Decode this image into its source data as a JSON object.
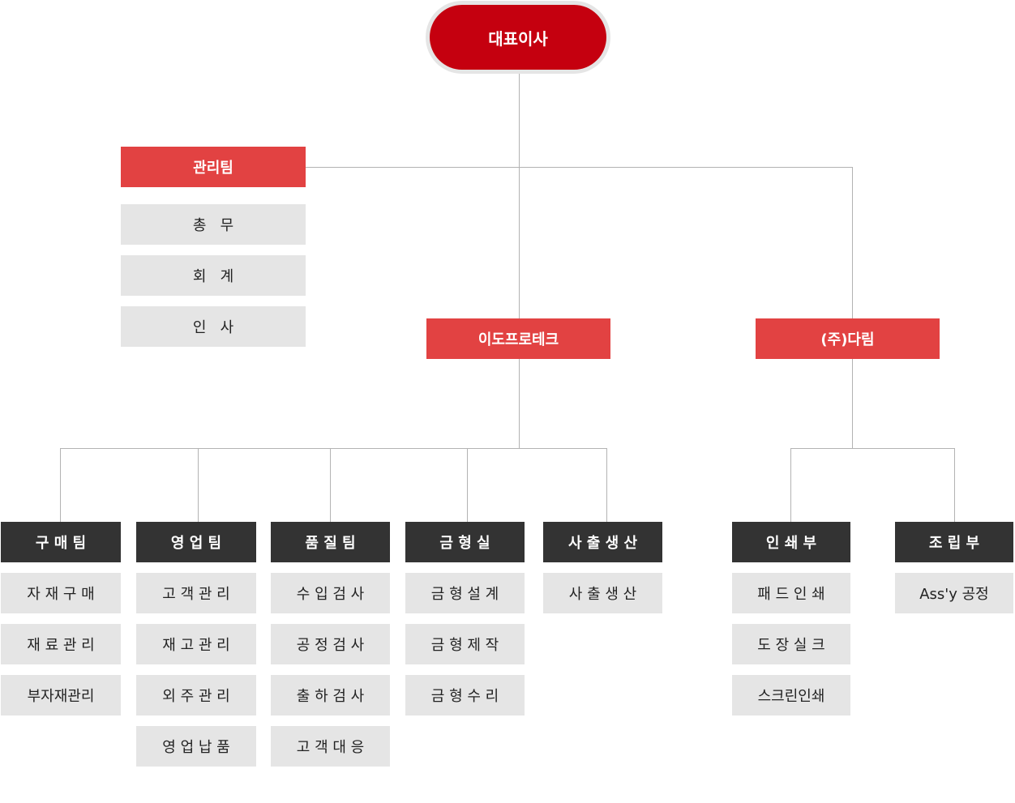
{
  "colors": {
    "ceo": "#c5000f",
    "ceo_ring": "#e5e5e5",
    "division": "#e24242",
    "team": "#333333",
    "task": "#e5e5e5",
    "line": "#b3b3b3"
  },
  "ceo": "대표이사",
  "management": {
    "label": "관리팀",
    "tasks": [
      "총   무",
      "회   계",
      "인   사"
    ]
  },
  "divisions": [
    {
      "label": "이도프로테크",
      "teams": [
        {
          "label": "구 매 팀",
          "tasks": [
            "자 재 구 매",
            "재 료 관 리",
            "부자재관리"
          ]
        },
        {
          "label": "영 업 팀",
          "tasks": [
            "고 객 관 리",
            "재 고 관 리",
            "외 주 관 리",
            "영 업 납 품"
          ]
        },
        {
          "label": "품 질 팀",
          "tasks": [
            "수 입 검 사",
            "공 정 검 사",
            "출 하 검 사",
            "고 객 대 응"
          ]
        },
        {
          "label": "금 형 실",
          "tasks": [
            "금 형 설 계",
            "금 형 제 작",
            "금 형 수 리"
          ]
        },
        {
          "label": "사 출 생 산",
          "tasks": [
            "사 출 생 산"
          ]
        }
      ]
    },
    {
      "label": "(주)다림",
      "teams": [
        {
          "label": "인 쇄 부",
          "tasks": [
            "패 드 인 쇄",
            "도 장 실 크",
            "스크린인쇄"
          ]
        },
        {
          "label": "조 립 부",
          "tasks": [
            "Ass'y 공정"
          ]
        }
      ]
    }
  ]
}
